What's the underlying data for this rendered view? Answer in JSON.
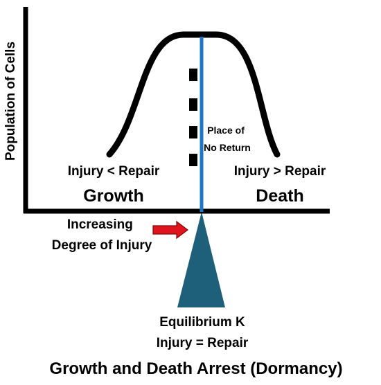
{
  "diagram": {
    "y_axis_label": "Population of Cells",
    "left_region": {
      "condition": "Injury < Repair",
      "name": "Growth"
    },
    "right_region": {
      "condition": "Injury > Repair",
      "name": "Death"
    },
    "threshold_line_label": "Place of No Return",
    "threshold_line_label_lines": [
      "Place of",
      "No Return"
    ],
    "x_arrow_label_lines": [
      "Increasing",
      "Degree of Injury"
    ],
    "equilibrium_label": "Equilibrium K",
    "equilibrium_condition": "Injury = Repair",
    "caption": "Growth and Death Arrest (Dormancy)"
  },
  "colors": {
    "curve": "#000000",
    "axes": "#000000",
    "threshold_line": "#1f77c4",
    "fulcrum": "#1e5f7a",
    "arrow": "#e0141e",
    "arrow_outline": "#7a0a0a",
    "background": "#ffffff"
  }
}
